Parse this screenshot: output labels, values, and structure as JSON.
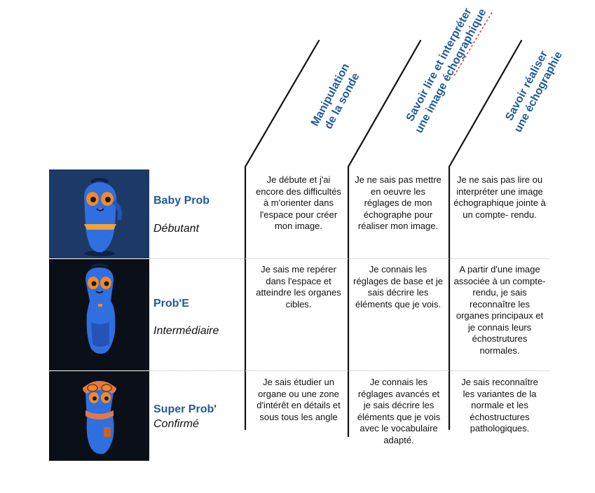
{
  "columns": [
    {
      "line1": "Manipulation",
      "line2": "de la sonde"
    },
    {
      "line1": "Savoir lire et interpréter",
      "line2": "une image échographique"
    },
    {
      "line1": "Savoir réaliser",
      "line2": "une échographie"
    }
  ],
  "levels": [
    {
      "name": "Baby Prob",
      "sub": "Débutant",
      "cells": [
        "Je débute et j'ai encore des difficultés à m'orienter dans l'espace pour créer mon image.",
        "Je ne sais pas mettre en oeuvre les réglages de mon échographe pour réaliser mon image.",
        "Je ne sais pas lire ou interpréter une image échographique jointe à un compte- rendu."
      ]
    },
    {
      "name": "Prob'E",
      "sub": "Intermédiaire",
      "cells": [
        "Je sais me repérer dans l'espace et atteindre les organes cibles.",
        "Je connais les réglages de base et je sais décrire les éléments que je vois.",
        "A partir d'une image associée à un compte-rendu, je sais reconnaître les organes principaux et je connais leurs échostrutures normales."
      ]
    },
    {
      "name": "Super Prob'",
      "sub": "Confirmé",
      "cells": [
        "Je sais étudier un organe ou une zone d'intérêt en détails et sous tous les angle",
        "Je connais les réglages avancés et je sais décrire les éléments que je vois avec le vocabulaire adapté.",
        "Je sais reconnaître les variantes de la normale et les échostructures pathologiques."
      ]
    }
  ],
  "colors": {
    "heading_blue": "#1f5a99",
    "panel_1": "#1d3a66",
    "panel_2": "#0b0f17",
    "panel_3": "#0b0f17",
    "robot_blue": "#2f6fe0",
    "robot_orange": "#f08a2a"
  },
  "icons": [
    "baby-prob-robot-icon",
    "probe-robot-icon",
    "super-prob-robot-icon"
  ]
}
